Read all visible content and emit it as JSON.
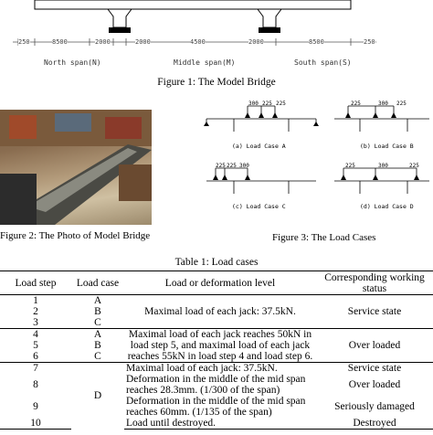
{
  "fig1": {
    "dims": [
      "250",
      "8500",
      "2000",
      "2000",
      "4500",
      "2000",
      "8500",
      "250"
    ],
    "spans": [
      "North span(N)",
      "Middle span(M)",
      "South span(S)"
    ],
    "caption": "Figure 1: The Model Bridge"
  },
  "fig2": {
    "caption": "Figure 2: The Photo of Model Bridge"
  },
  "fig3": {
    "caption": "Figure 3: The Load Cases",
    "panels": [
      {
        "label": "(a) Load Case A",
        "loads": [
          "300",
          "225",
          "225"
        ]
      },
      {
        "label": "(b) Load Case B",
        "loads": [
          "225",
          "300",
          "225"
        ]
      },
      {
        "label": "(c) Load Case C",
        "loads": [
          "225",
          "225",
          "300"
        ]
      },
      {
        "label": "(d) Load Case D",
        "loads": [
          "225",
          "300",
          "225"
        ]
      }
    ]
  },
  "table": {
    "title": "Table 1:  Load cases",
    "headers": [
      "Load step",
      "Load case",
      "Load or deformation level",
      "Corresponding working status"
    ],
    "rows": [
      {
        "step": "1",
        "case": "A"
      },
      {
        "step": "2",
        "case": "B"
      },
      {
        "step": "3",
        "case": "C"
      },
      {
        "step": "4",
        "case": "A"
      },
      {
        "step": "5",
        "case": "B"
      },
      {
        "step": "6",
        "case": "C"
      },
      {
        "step": "7",
        "level": "Maximal load of each jack: 37.5kN.",
        "status": "Service state"
      },
      {
        "step": "8",
        "level": "Deformation in the middle of the mid span reaches 28.3mm. (1/300 of the span)",
        "status": "Over loaded"
      },
      {
        "step": "9",
        "level": "Deformation in the middle of the mid span reaches 60mm. (1/135 of the span)",
        "status": "Seriously damaged"
      },
      {
        "step": "10",
        "level": "Load until destroyed.",
        "status": "Destroyed"
      }
    ],
    "group1": {
      "level": "Maximal load of each jack: 37.5kN.",
      "status": "Service state"
    },
    "group2": {
      "level": "Maximal load of each jack reaches 50kN in load step 5, and maximal load of each jack reaches 55kN in load step 4 and load step 6.",
      "status": "Over loaded"
    },
    "group3": {
      "case": "D"
    }
  }
}
